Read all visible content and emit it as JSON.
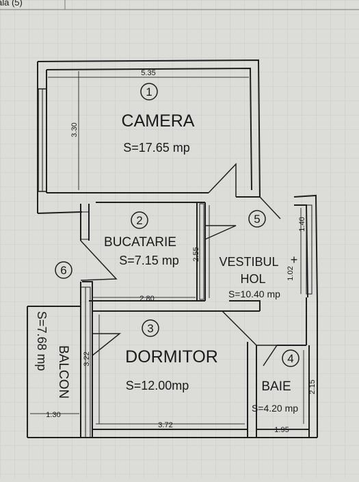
{
  "header_fragment": "ala (5)",
  "rooms": [
    {
      "number": "1",
      "name": "CAMERA",
      "area": "S=17.65 mp"
    },
    {
      "number": "2",
      "name": "BUCATARIE",
      "area": "S=7.15 mp"
    },
    {
      "number": "3",
      "name": "DORMITOR",
      "area": "S=12.00mp"
    },
    {
      "number": "4",
      "name": "BAIE",
      "area": "S=4.20 mp"
    },
    {
      "number": "5",
      "name_line1": "VESTIBUL",
      "name_line2": "HOL",
      "plus": "+",
      "area": "S=10.40 mp"
    },
    {
      "number": "6",
      "name": "BALCON",
      "area": "S=7.68 mp"
    }
  ],
  "dimensions": {
    "camera_width": "5.35",
    "camera_height": "3.30",
    "bucatarie_height": "2.55",
    "bucatarie_width": "2.80",
    "hol_upper": "1.40",
    "hol_lower": "1.02",
    "dormitor_height": "3.22",
    "dormitor_width": "3.72",
    "balcon_width": "1.30",
    "baie_height": "2.15",
    "baie_width": "1.95"
  },
  "colors": {
    "background": "#dcdcd8",
    "grid": "#c8cbc6",
    "paper": "#e6e6e2",
    "wall": "#1e1e1e"
  }
}
